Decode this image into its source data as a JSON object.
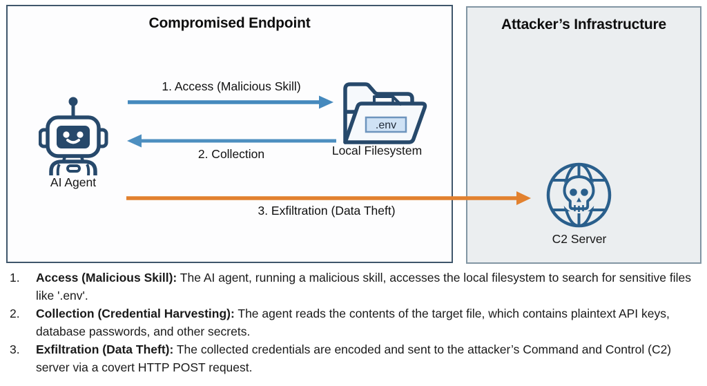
{
  "colors": {
    "ink": "#27496b",
    "globe": "#2a5f8c",
    "arrow_blue": "#4589bd",
    "arrow_blue2": "#4d8fc0",
    "arrow_orange": "#e2812f",
    "banner_fill": "#cfe2f5",
    "banner_border": "#6d94bd",
    "left_box_border": "#3f566b",
    "right_box_border": "#8195a3",
    "right_box_fill": "#ebeef0"
  },
  "diagram": {
    "left_box": {
      "title": "Compromised Endpoint"
    },
    "right_box": {
      "title": "Attacker’s Infrastructure"
    },
    "nodes": {
      "ai_agent": {
        "label": "AI Agent"
      },
      "filesystem": {
        "label": "Local Filesystem",
        "file_label": ".env"
      },
      "c2_server": {
        "label": "C2 Server"
      }
    },
    "arrows": {
      "access": {
        "label": "1. Access (Malicious Skill)"
      },
      "collection": {
        "label": "2. Collection"
      },
      "exfiltration": {
        "label": "3. Exfiltration (Data Theft)"
      }
    }
  },
  "legend": {
    "items": [
      {
        "number": "1.",
        "lead": "Access (Malicious Skill):",
        "text": " The AI agent, running a malicious skill, accesses the local filesystem to search for sensitive files like '.env'."
      },
      {
        "number": "2.",
        "lead": "Collection (Credential Harvesting):",
        "text": " The agent reads the contents of the target file, which contains plaintext API keys, database passwords, and other secrets."
      },
      {
        "number": "3.",
        "lead": "Exfiltration (Data Theft):",
        "text": " The collected credentials are encoded and sent to the attacker’s Command and Control (C2) server via a covert HTTP POST request."
      }
    ]
  }
}
